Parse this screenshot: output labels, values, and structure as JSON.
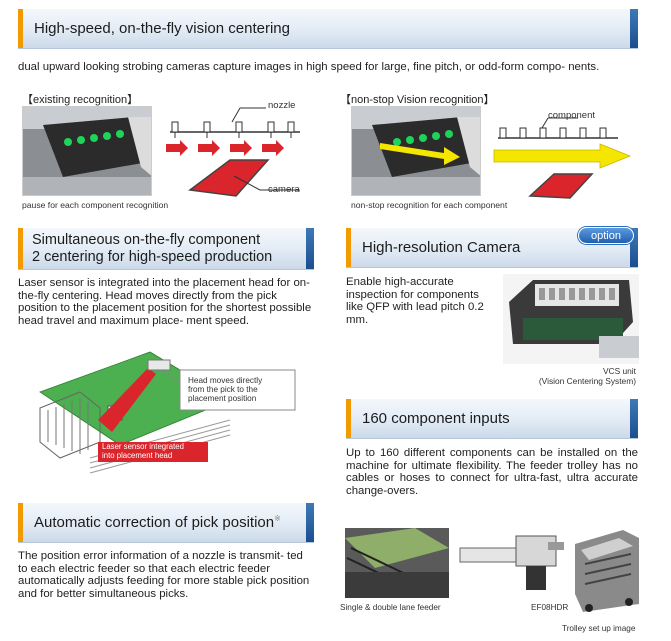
{
  "sections": {
    "vision": {
      "title": "High-speed, on-the-fly vision centering",
      "intro": "dual upward looking strobing cameras capture images in high speed for large, fine pitch, or odd-form compo- nents.",
      "existing_label": "【existing recognition】",
      "nonstop_label": "【non-stop Vision recognition】",
      "nozzle_label": "nozzle",
      "camera_label": "camera",
      "component_label": "component",
      "existing_caption": "pause for each component recognition",
      "nonstop_caption": "non-stop recognition for each component"
    },
    "simultaneous": {
      "title_line1": "Simultaneous on-the-fly component",
      "title_line2": "2 centering for high-speed production",
      "body": "Laser sensor is integrated into the placement head for on-the-fly centering. Head moves directly from the pick position to the placement position for the shortest possible head travel and maximum place- ment speed.",
      "callout_line1": "Head moves directly",
      "callout_line2": "from the pick to the",
      "callout_line3": "placement position",
      "laser_line1": "Laser sensor integrated",
      "laser_line2": "into placement head"
    },
    "camera": {
      "title": "High-resolution Camera",
      "badge": "option",
      "body": "Enable high-accurate inspection for components like QFP with lead pitch 0.2 mm.",
      "caption_line1": "VCS unit",
      "caption_line2": "(Vision Centering System)"
    },
    "inputs": {
      "title": "160 component inputs",
      "body": "Up to 160 different components can be installed on the machine for ultimate flexibility. The feeder trolley has no cables or hoses to connect for ultra-fast, ultra accurate change-overs.",
      "caption_feeder": "Single & double lane feeder",
      "caption_ef": "EF08HDR",
      "caption_trolley": "Trolley set up image"
    },
    "correction": {
      "title": "Automatic correction of pick position",
      "mark": "※",
      "body": "The position error information of a nozzle is transmit- ted to each electric feeder so that each electric feeder automatically adjusts feeding for more stable pick position and for better simultaneous picks."
    }
  },
  "colors": {
    "accent_orange": "#f39a00",
    "header_blue": "#1b4f8f",
    "arrow_red": "#d9252b",
    "arrow_yellow": "#f5e600",
    "pcb_green": "#4caf50",
    "badge_blue": "#2a6fc0"
  }
}
